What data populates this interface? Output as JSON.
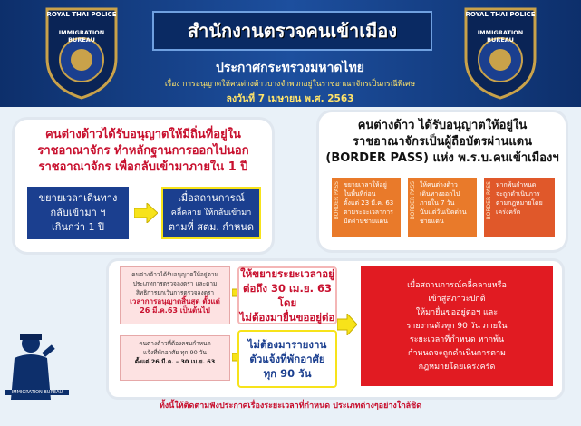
{
  "header": {
    "title": "สำนักงานตรวจคนเข้าเมือง",
    "subtitle": "ประกาศกระทรวงมหาดไทย",
    "subject": "เรื่อง การอนุญาตให้คนต่างด้าวบางจำพวกอยู่ในราชอาณาจักรเป็นกรณีพิเศษ",
    "date": "ลงวันที่ 7 เมษายน พ.ศ. 2563",
    "badge_top": "ROYAL THAI POLICE",
    "badge_mid": "IMMIGRATION BUREAU"
  },
  "left_card": {
    "title_lines": [
      "คนต่างด้าวได้รับอนุญาตให้มีถิ่นที่อยู่ใน",
      "ราชอาณาจักร ทำหลักฐานการออกไปนอก",
      "ราชอาณาจักร เพื่อกลับเข้ามาภายใน 1 ปี"
    ],
    "box1": [
      "ขยายเวลาเดินทาง",
      "กลับเข้ามา ฯ",
      "เกินกว่า 1 ปี"
    ],
    "box2": [
      "เมื่อสถานการณ์",
      "คลี่คลาย ให้กลับเข้ามา",
      "ตามที่ สตม. กำหนด"
    ]
  },
  "right_card": {
    "title_lines": [
      "คนต่างด้าว ได้รับอนุญาตให้อยู่ใน",
      "ราชอาณาจักรเป็นผู้ถือบัตรผ่านแดน",
      "(BORDER PASS) แห่ง พ.ร.บ.คนเข้าเมืองฯ"
    ],
    "vertical_label": "BORDER PASS",
    "boxes": [
      [
        "ขยายเวลาให้อยู่",
        "ในพื้นที่ก่อน",
        "ตั้งแต่ 23 มี.ค. 63",
        "ตามระยะเวลาการ",
        "ปิดด่านชายแดน"
      ],
      [
        "ให้คนต่างด้าว",
        "เดินทางออกไป",
        "ภายใน 7 วัน",
        "นับแต่วันเปิดด่าน",
        "ชายแดน"
      ],
      [
        "หากพ้นกำหนด",
        "จะถูกดำเนินการ",
        "ตามกฎหมายโดย",
        "เคร่งครัด"
      ]
    ]
  },
  "bottom": {
    "pink1": [
      "คนต่างด้าวได้รับอนุญาตให้อยู่ตาม",
      "ประเภทการตรวจลงตรา และตาม",
      "สิทธิการยกเว้นการตรวจลงตรา",
      "เวลาการอนุญาตสิ้นสุด ตั้งแต่",
      "26 มี.ค.63 เป็นต้นไป"
    ],
    "pink2": [
      "คนต่างด้าวที่ต้องครบกำหนด",
      "แจ้งที่พักอาศัย ทุก 90 วัน",
      "ตั้งแต่ 26 มี.ค. – 30 เม.ย. 63"
    ],
    "white1": [
      "ให้ขยายระยะเวลาอยู่",
      "ต่อถึง 30 เม.ย. 63 โดย",
      "ไม่ต้องมายื่นขออยู่ต่อ"
    ],
    "white2": [
      "ไม่ต้องมารายงาน",
      "ตัวแจ้งที่พักอาศัย",
      "ทุก 90 วัน"
    ],
    "red": [
      "เมื่อสถานการณ์คลี่คลายหรือ",
      "เข้าสู่สภาวะปกติ",
      "ให้มายื่นขออยู่ต่อฯ และ",
      "รายงานตัวทุก 90 วัน ภายใน",
      "ระยะเวลาที่กำหนด หากพ้น",
      "กำหนดจะถูกดำเนินการตาม",
      "กฎหมายโดยเคร่งครัด"
    ]
  },
  "footer": "ทั้งนี้ให้ติดตามฟังประกาศเรื่องระยะเวลาที่กำหนด ประเภทต่างๆอย่างใกล้ชิด",
  "imm_label": "IMMIGRATION BUREAU",
  "colors": {
    "navy": "#0d2f6b",
    "red": "#c8102e",
    "orange": "#e97a2a",
    "yellow": "#f7e31a"
  }
}
